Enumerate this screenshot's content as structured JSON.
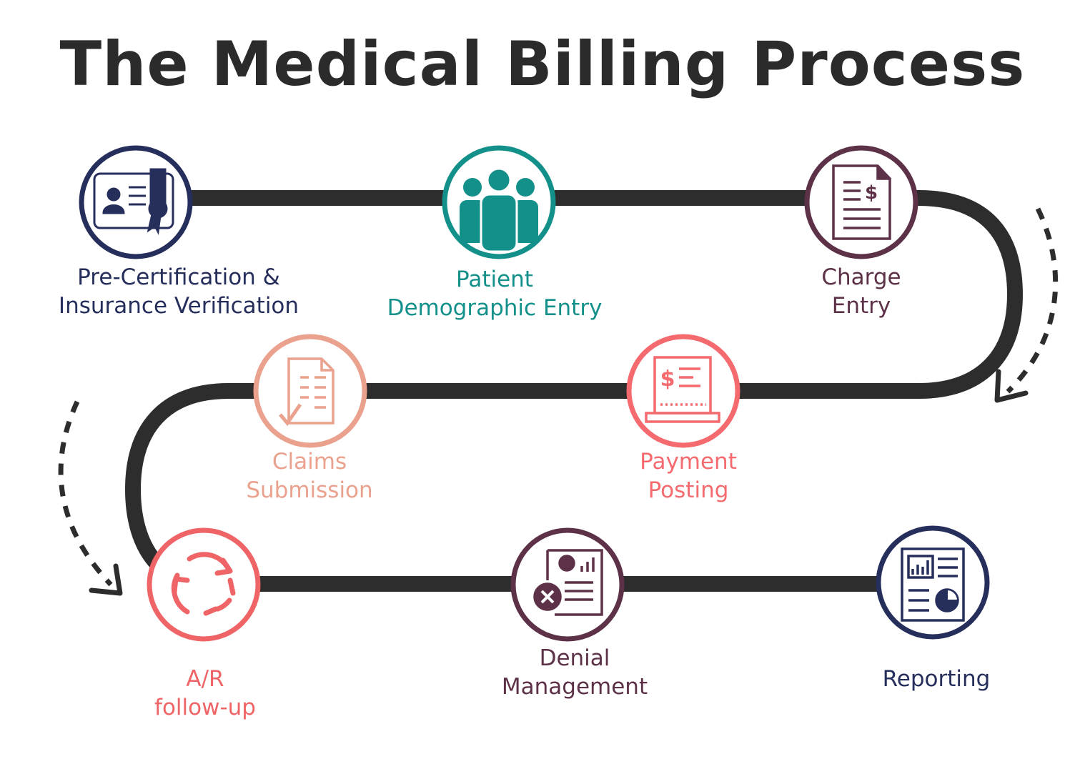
{
  "title": "The Medical Billing Process",
  "steps": [
    {
      "lines": [
        "Pre-Certification &",
        "Insurance Verification"
      ],
      "color": "#262f5c",
      "icon": "insurance-card-icon"
    },
    {
      "lines": [
        "Patient",
        "Demographic Entry"
      ],
      "color": "#13908a",
      "icon": "patient-group-icon"
    },
    {
      "lines": [
        "Charge",
        "Entry"
      ],
      "color": "#5d3148",
      "icon": "invoice-dollar-icon"
    },
    {
      "lines": [
        "Payment",
        "Posting"
      ],
      "color": "#f46a6e",
      "icon": "payment-receipt-icon"
    },
    {
      "lines": [
        "Claims",
        "Submission"
      ],
      "color": "#eaa28e",
      "icon": "claim-document-check-icon"
    },
    {
      "lines": [
        "A/R",
        "follow-up"
      ],
      "color": "#ef6466",
      "icon": "refresh-cycle-icon"
    },
    {
      "lines": [
        "Denial",
        "Management"
      ],
      "color": "#5d3148",
      "icon": "denied-document-icon"
    },
    {
      "lines": [
        "Reporting"
      ],
      "color": "#262f5c",
      "icon": "report-chart-icon"
    }
  ],
  "colors": {
    "path": "#2d2d2d",
    "title": "#2b2b2b"
  }
}
